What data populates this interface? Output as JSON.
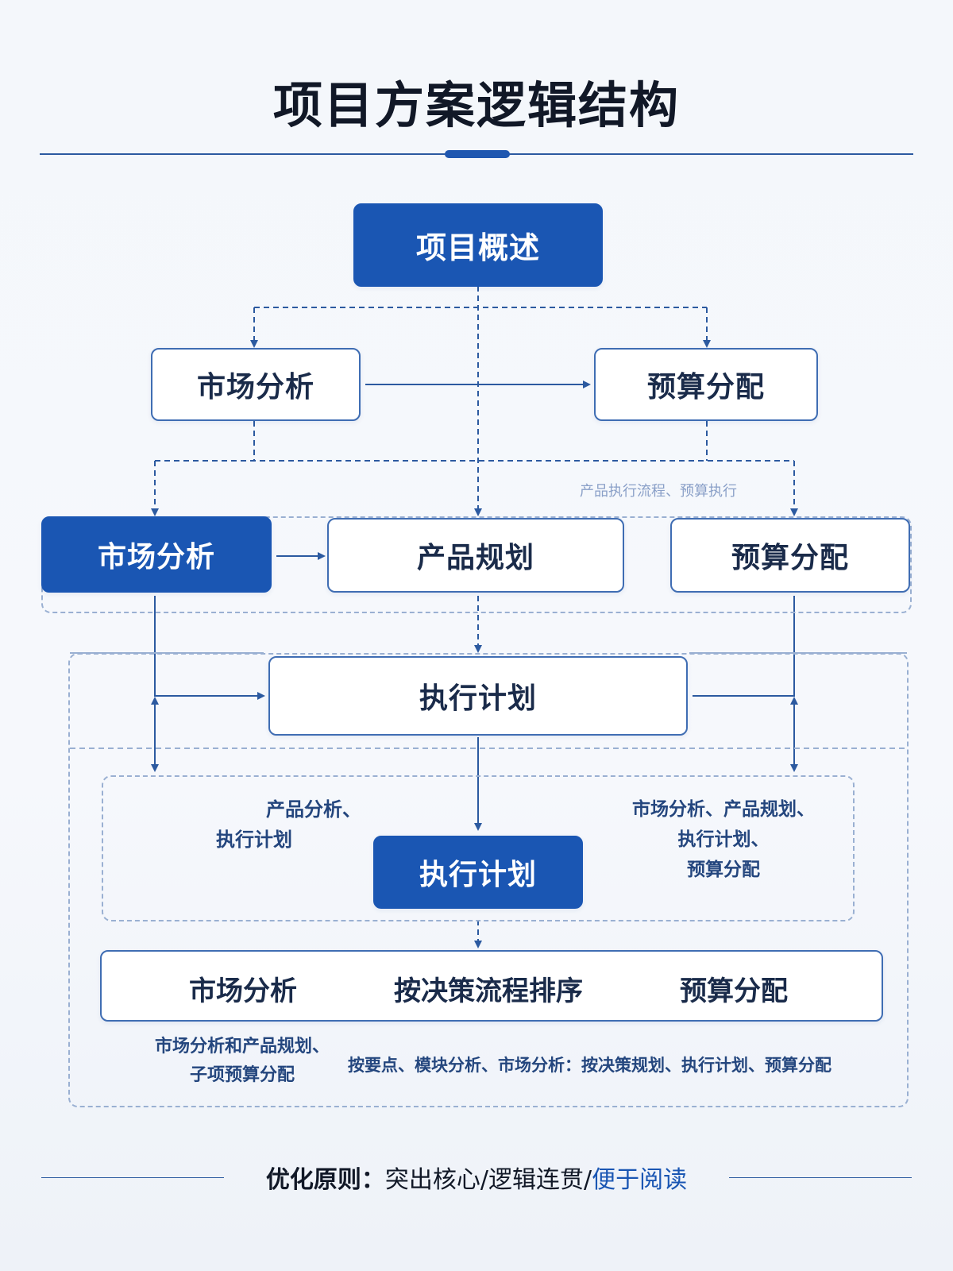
{
  "title": "项目方案逻辑结构",
  "nodes": {
    "overview": "项目概述",
    "l1_market": "市场分析",
    "l1_budget": "预算分配",
    "l2_market": "市场分析",
    "l2_product": "产品规划",
    "l2_budget": "预算分配",
    "exec_plan": "执行计划",
    "exec_plan_core": "执行计划"
  },
  "notes": {
    "faded_note": "产品执行流程、预算执行"
  },
  "side_labels": {
    "left_line1": "产品分析、",
    "left_line2": "执行计划",
    "right_line1": "市场分析、产品规划、",
    "right_line2": "执行计划、",
    "right_line3": "预算分配"
  },
  "bottom_box": {
    "left": "市场分析",
    "middle": "按决策流程排序",
    "right": "预算分配"
  },
  "bottom_notes": {
    "left_line1": "市场分析和产品规划、",
    "left_line2": "子项预算分配",
    "right": "按要点、模块分析、市场分析：按决策规划、执行计划、预算分配"
  },
  "footer": {
    "label": "优化原则：",
    "items": "突出核心/逻辑连贯/",
    "highlight": "便于阅读"
  },
  "colors": {
    "primary": "#1a56b3",
    "border": "#3f6db3",
    "dash": "#2c5aa0",
    "text_dark": "#1a2b4a"
  }
}
